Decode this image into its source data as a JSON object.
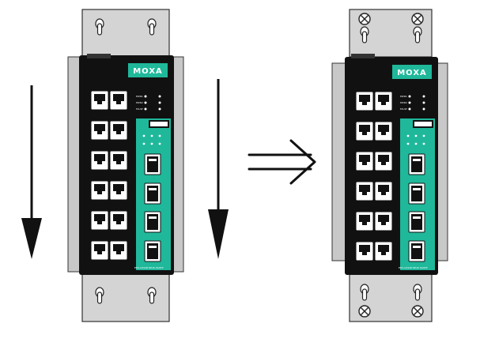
{
  "brand": "MOXA",
  "led_labels": [
    "PWR1",
    "PWR2",
    "FAULT"
  ],
  "model_label": "EDS-G512E-8PoE-4GSFP",
  "colors": {
    "chassis": "#111111",
    "bracket": "#cfcfcf",
    "bracket_edge": "#333333",
    "accent": "#1fb89b",
    "port": "#ffffff",
    "arrow": "#111111"
  },
  "icons": [
    "down-arrow-icon",
    "double-right-arrow-icon",
    "screw-icon"
  ]
}
